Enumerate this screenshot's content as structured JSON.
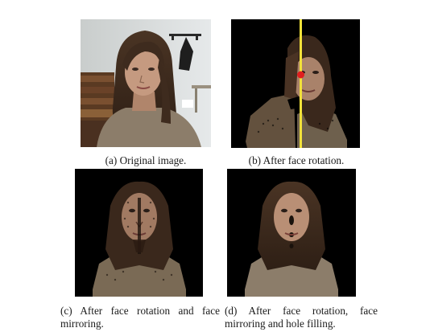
{
  "figure": {
    "panels": [
      {
        "id": "a",
        "caption": "(a) Original image."
      },
      {
        "id": "b",
        "caption": "(b) After face rotation."
      },
      {
        "id": "c",
        "caption": "(c) After face rotation and face mirroring."
      },
      {
        "id": "d",
        "caption": "(d) After face rotation, face mirroring and hole filling."
      }
    ],
    "colors": {
      "background": "#000000",
      "axis_line": "#f2e23a",
      "center_point": "#e01e1e",
      "hair": "#3a2a1e",
      "skin": "#b88d73",
      "sweater": "#8c7d6a",
      "wall": "#dfe3e4"
    }
  }
}
